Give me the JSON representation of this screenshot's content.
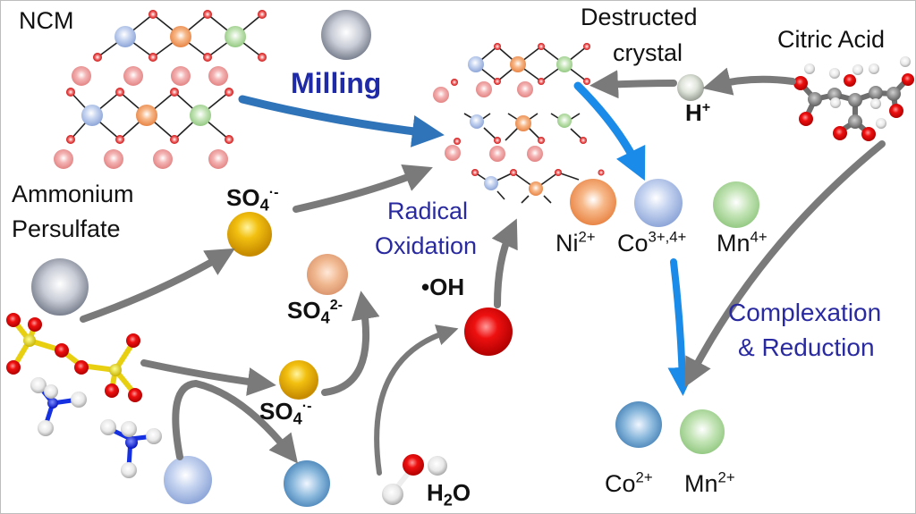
{
  "labels": {
    "ncm": "NCM",
    "milling": "Milling",
    "destructed_line1": "Destructed",
    "destructed_line2": "crystal",
    "citric_acid": "Citric Acid",
    "h_plus": "H",
    "h_plus_charge": "+",
    "ammonium_line1": "Ammonium",
    "ammonium_line2": "Persulfate",
    "so4_radical_top": "SO",
    "so4_radical_top_sub": "4",
    "so4_radical_top_charge": "·-",
    "so4_radical_bottom": "SO",
    "so4_radical_bottom_sub": "4",
    "so4_radical_bottom_charge": "·-",
    "sulfate": "SO",
    "sulfate_sub": "4",
    "sulfate_charge": "2-",
    "radical_line1": "Radical",
    "radical_line2": "Oxidation",
    "hydroxyl": "•OH",
    "water": "H",
    "water_sub": "2",
    "water_end": "O",
    "ni": "Ni",
    "ni_charge": "2+",
    "co_high": "Co",
    "co_high_charge": "3+,4+",
    "mn_high": "Mn",
    "mn_high_charge": "4+",
    "complexation_line1": "Complexation",
    "complexation_line2": "& Reduction",
    "co_low": "Co",
    "co_low_charge": "2+",
    "mn_low": "Mn",
    "mn_low_charge": "2+"
  },
  "colors": {
    "arrow_gray": "#7a7a7a",
    "arrow_blue_dark": "#2f73b8",
    "arrow_blue_bright": "#1a8be8",
    "text_blue": "#2a2aa0",
    "oxygen_red": "#e01010",
    "sulfur_yellow": "#e6d21a",
    "nitrogen_blue": "#1530e0",
    "ni_orange": "#f0904c",
    "co_blue": "#9ab4e0",
    "mn_green": "#9ed08c",
    "li_pink": "#ee9a9a"
  }
}
